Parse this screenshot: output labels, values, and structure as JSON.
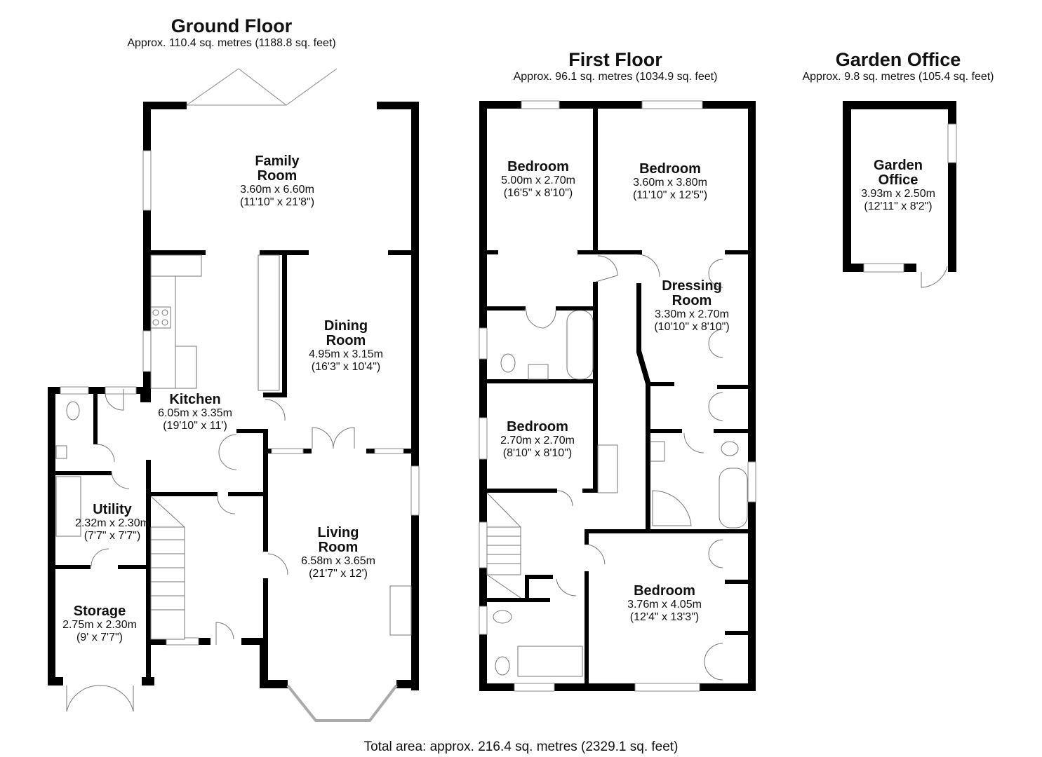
{
  "floors": {
    "ground": {
      "title": "Ground Floor",
      "area": "Approx. 110.4 sq. metres (1188.8 sq. feet)"
    },
    "first": {
      "title": "First Floor",
      "area": "Approx. 96.1 sq. metres (1034.9 sq. feet)"
    },
    "garden": {
      "title": "Garden Office",
      "area": "Approx. 9.8 sq. metres (105.4 sq. feet)"
    }
  },
  "rooms": {
    "family": {
      "name1": "Family",
      "name2": "Room",
      "metric": "3.60m x 6.60m",
      "imperial": "(11'10\" x 21'8\")"
    },
    "dining": {
      "name1": "Dining",
      "name2": "Room",
      "metric": "4.95m x 3.15m",
      "imperial": "(16'3\" x 10'4\")"
    },
    "kitchen": {
      "name1": "Kitchen",
      "metric": "6.05m x 3.35m",
      "imperial": "(19'10\" x 11')"
    },
    "utility": {
      "name1": "Utility",
      "metric": "2.32m x 2.30m",
      "imperial": "(7'7\" x 7'7\")"
    },
    "storage": {
      "name1": "Storage",
      "metric": "2.75m x 2.30m",
      "imperial": "(9' x 7'7\")"
    },
    "living": {
      "name1": "Living",
      "name2": "Room",
      "metric": "6.58m x 3.65m",
      "imperial": "(21'7\" x 12')"
    },
    "bed1": {
      "name1": "Bedroom",
      "metric": "5.00m x 2.70m",
      "imperial": "(16'5\" x 8'10\")"
    },
    "bed2": {
      "name1": "Bedroom",
      "metric": "3.60m x 3.80m",
      "imperial": "(11'10\" x 12'5\")"
    },
    "dressing": {
      "name1": "Dressing",
      "name2": "Room",
      "metric": "3.30m x 2.70m",
      "imperial": "(10'10\" x 8'10\")"
    },
    "bed3": {
      "name1": "Bedroom",
      "metric": "2.70m x 2.70m",
      "imperial": "(8'10\" x 8'10\")"
    },
    "bed4": {
      "name1": "Bedroom",
      "metric": "3.76m x 4.05m",
      "imperial": "(12'4\" x 13'3\")"
    },
    "office": {
      "name1": "Garden",
      "name2": "Office",
      "metric": "3.93m x 2.50m",
      "imperial": "(12'11\" x 8'2\")"
    }
  },
  "total": "Total area: approx. 216.4 sq. metres (2329.1 sq. feet)"
}
